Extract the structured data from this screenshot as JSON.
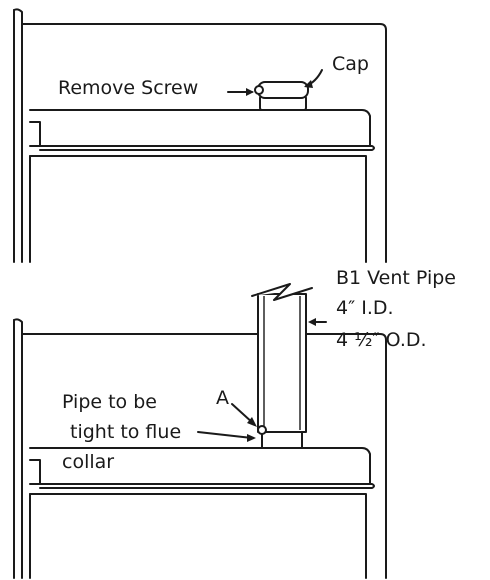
{
  "top_diagram": {
    "labels": {
      "cap": "Cap",
      "remove_screw": "Remove Screw"
    }
  },
  "bottom_diagram": {
    "labels": {
      "vent_pipe": "B1 Vent Pipe",
      "inner_diameter": "4″ I.D.",
      "outer_diameter": "4 ½″ O.D.",
      "point_a": "A",
      "pipe_note_line1": "Pipe to be",
      "pipe_note_line2": "tight to flue",
      "pipe_note_line3": "collar"
    }
  }
}
